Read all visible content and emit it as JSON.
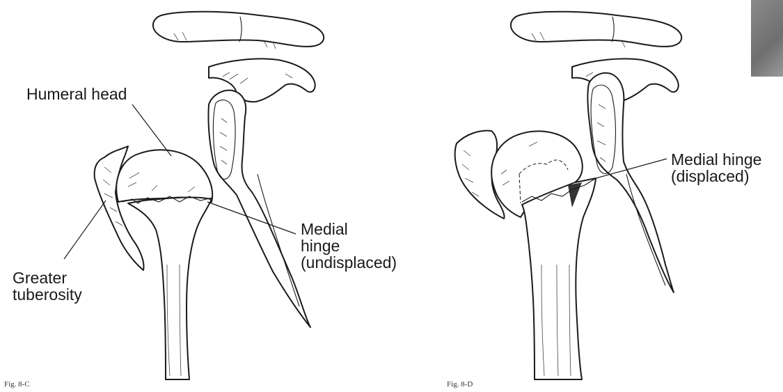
{
  "figure_c": {
    "label_humeral_head": "Humeral head",
    "label_medial_hinge": "Medial\nhinge\n(undisplaced)",
    "label_greater_tuberosity": "Greater\ntuberosity",
    "caption": "Fig. 8-C"
  },
  "figure_d": {
    "label_medial_hinge": "Medial hinge\n(displaced)",
    "caption": "Fig. 8-D"
  },
  "colors": {
    "ink": "#1a1a1a",
    "background": "#ffffff",
    "thumbnail": "#808080"
  }
}
